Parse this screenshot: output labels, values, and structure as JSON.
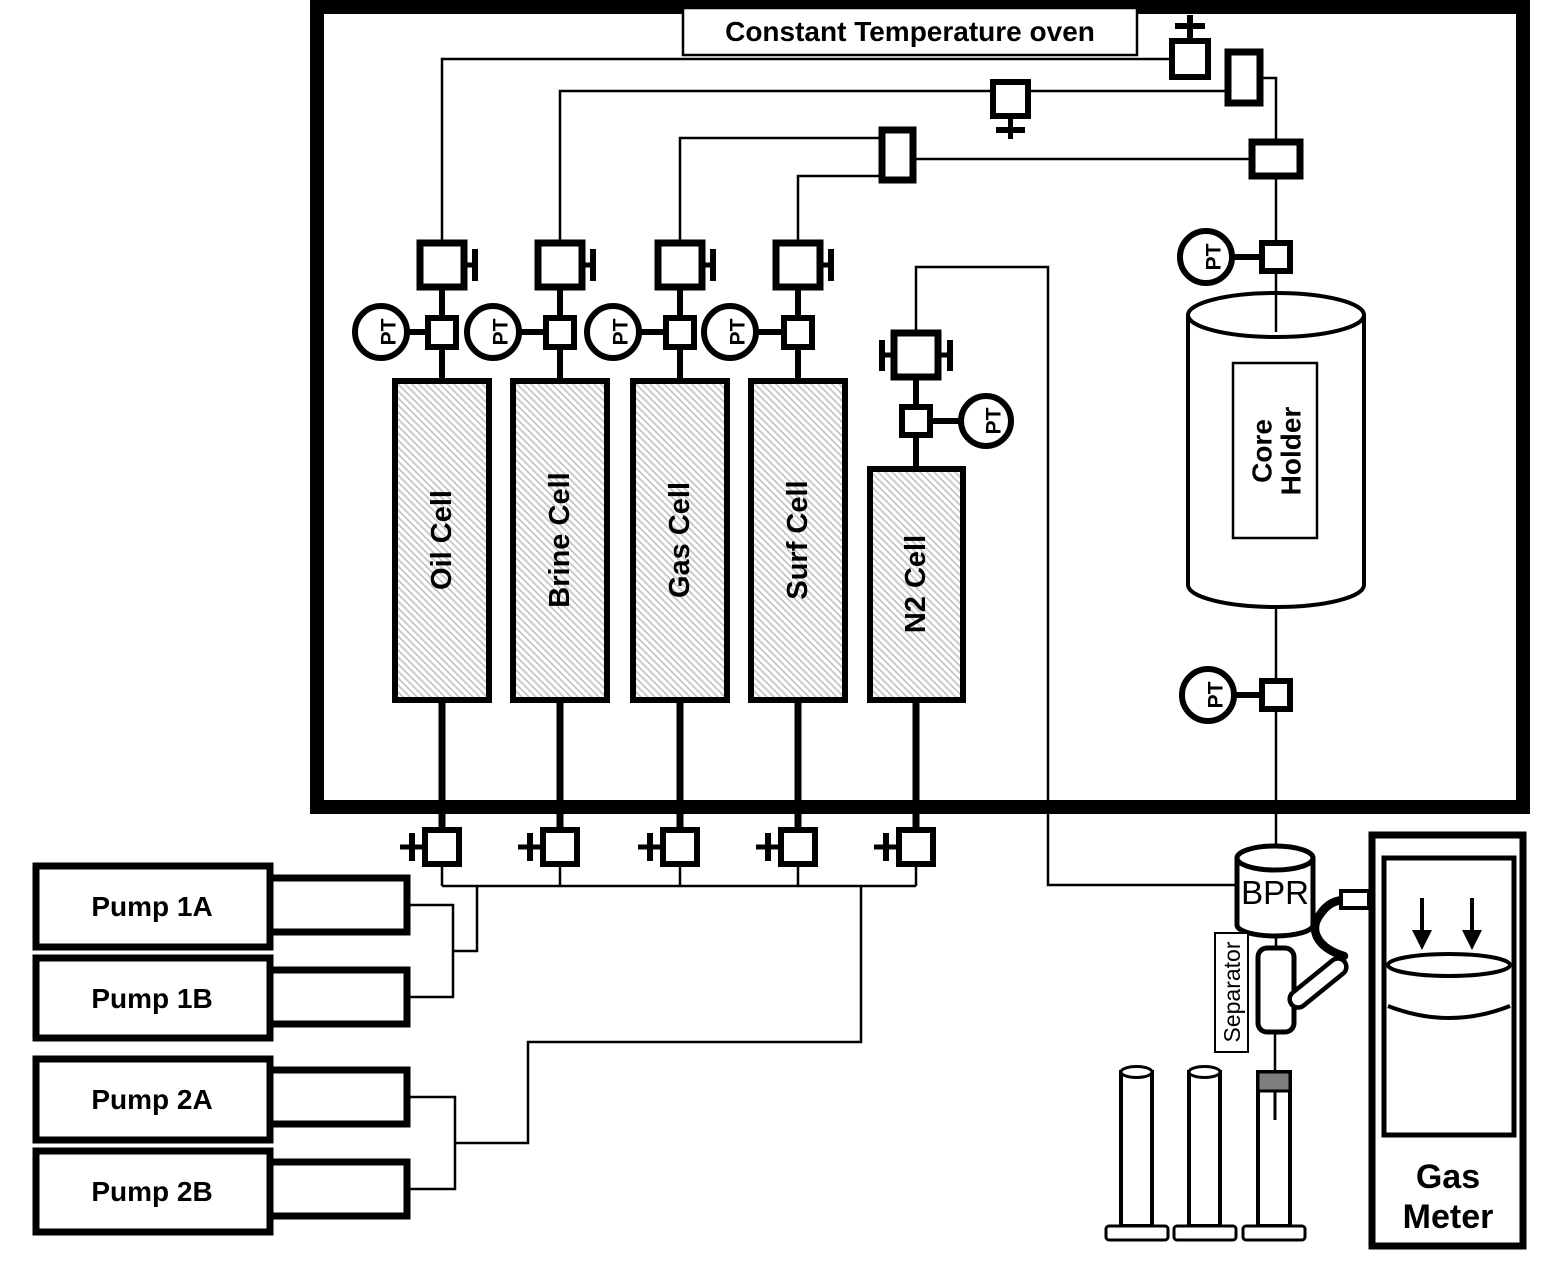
{
  "title": "Constant Temperature oven",
  "labels": {
    "pt": "PT"
  },
  "cells": [
    {
      "label": "Oil Cell"
    },
    {
      "label": "Brine Cell"
    },
    {
      "label": "Gas Cell"
    },
    {
      "label": "Surf Cell"
    },
    {
      "label": "N2 Cell"
    }
  ],
  "core_holder": {
    "line1": "Core",
    "line2": "Holder"
  },
  "pumps": [
    {
      "label": "Pump 1A"
    },
    {
      "label": "Pump 1B"
    },
    {
      "label": "Pump 2A"
    },
    {
      "label": "Pump 2B"
    }
  ],
  "bpr": {
    "label": "BPR"
  },
  "separator": {
    "label": "Separator"
  },
  "gas_meter": {
    "line1": "Gas",
    "line2": "Meter"
  },
  "colors": {
    "ink": "#000000",
    "hatch": "#c4c4c4",
    "stopper": "#7d7d7d",
    "background": "#ffffff"
  }
}
